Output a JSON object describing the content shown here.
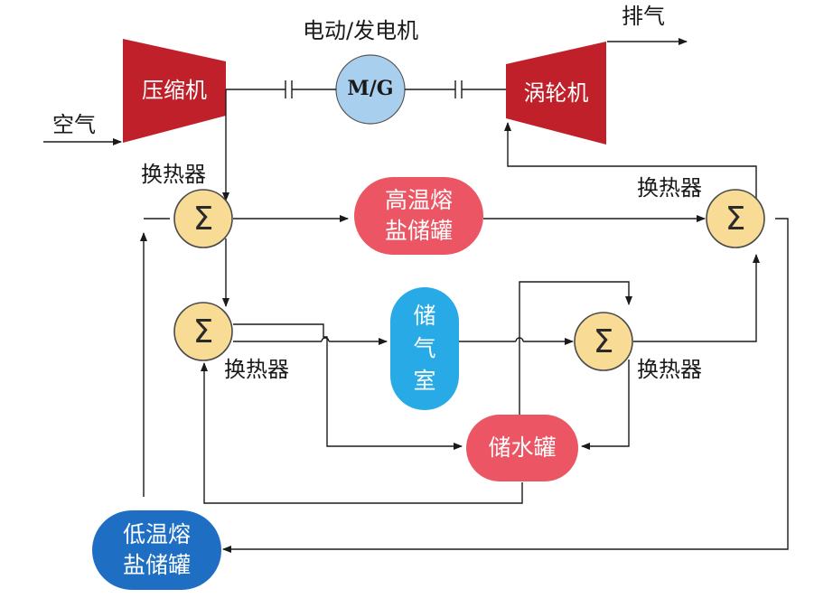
{
  "title": "电动/发电机",
  "motor_label": "M/G",
  "compressor": "压缩机",
  "turbine": "涡轮机",
  "air": "空气",
  "exhaust": "排气",
  "hx_label": "换热器",
  "hx_symbol": "Σ",
  "high_salt_tank": [
    "高温熔",
    "盐储罐"
  ],
  "low_salt_tank": [
    "低温熔",
    "盐储罐"
  ],
  "air_chamber": [
    "储",
    "气",
    "室"
  ],
  "water_tank": "储水罐",
  "colors": {
    "machine": "#c0202a",
    "motor": "#a9cfee",
    "hot_tank": "#ec5563",
    "cold_tank": "#1e6fc4",
    "air_chamber": "#27aae6",
    "heat_exchanger": "#f8dc96"
  }
}
